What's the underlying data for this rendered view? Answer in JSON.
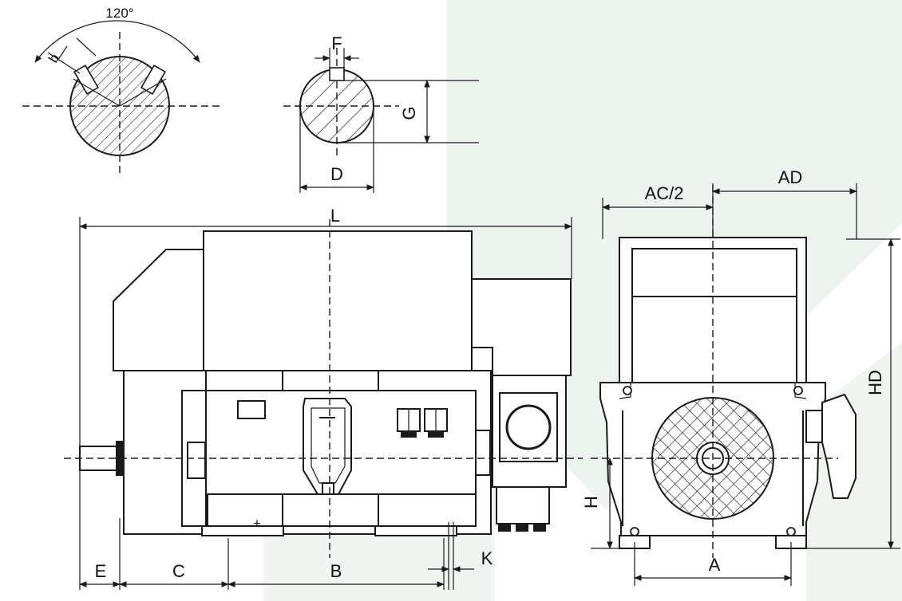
{
  "colors": {
    "background": "#ffffff",
    "line": "#1a1a1a",
    "watermark": "#dfe9e0"
  },
  "labels": {
    "angle": "120°",
    "key_width_b": "b",
    "key_width_f": "F",
    "shaft_height_g": "G",
    "shaft_diameter_d": "D",
    "overall_length": "L",
    "half_ac": "AC/2",
    "ad": "AD",
    "hd": "HD",
    "shaft_height_h": "H",
    "e": "E",
    "c": "C",
    "b_span": "B",
    "k": "K",
    "a": "A"
  }
}
